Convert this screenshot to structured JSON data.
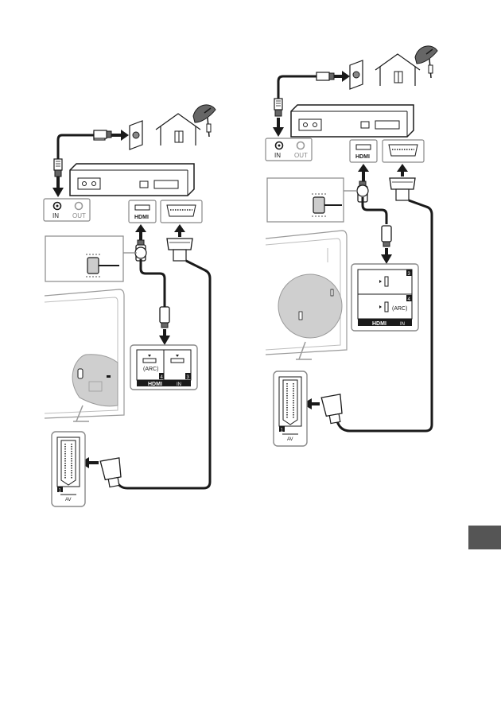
{
  "labels": {
    "antenna_in": "IN",
    "antenna_out": "OUT",
    "hdmi_brand": "HDMI",
    "hdmi_in": "IN",
    "arc": "(ARC)",
    "port_3": "3",
    "port_4": "4",
    "scart_number": "1",
    "scart_av": "AV"
  },
  "colors": {
    "line": "#1a1a1a",
    "panel_border": "#888888",
    "tv_line": "#9a9a9a",
    "zoom_fill": "#cfcfcf",
    "hdmi_bar": "#1a1a1a",
    "tab": "#555555"
  },
  "icons": [
    "satellite-dish-icon",
    "house-icon",
    "wall-socket-icon",
    "antenna-plug-icon",
    "hdmi-plug-icon",
    "scart-plug-icon",
    "arrow-icon"
  ]
}
